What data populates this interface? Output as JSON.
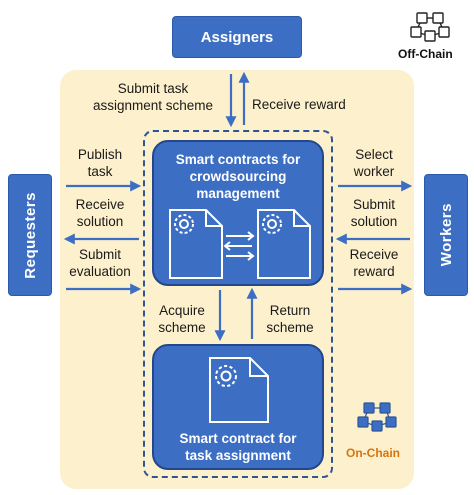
{
  "actors": {
    "assigners": "Assigners",
    "requesters": "Requesters",
    "workers": "Workers"
  },
  "zones": {
    "off_chain": "Off-Chain",
    "on_chain": "On-Chain"
  },
  "contracts": {
    "crowdsourcing": "Smart contracts for\ncrowdsourcing\nmanagement",
    "task_assignment": "Smart contract for\ntask assignment"
  },
  "flows": {
    "submit_scheme": "Submit task\nassignment scheme",
    "receive_reward_top": "Receive reward",
    "publish_task": "Publish\ntask",
    "receive_solution_left": "Receive\nsolution",
    "submit_evaluation": "Submit\nevaluation",
    "select_worker": "Select\nworker",
    "submit_solution_right": "Submit\nsolution",
    "receive_reward_right": "Receive\nreward",
    "acquire_scheme": "Acquire\nscheme",
    "return_scheme": "Return\nscheme"
  },
  "icons": {
    "off_chain": "blockchain-cubes-icon",
    "on_chain": "blockchain-cubes-icon",
    "contract": "document-gear-icon"
  },
  "colors": {
    "box_fill": "#3c6fc4",
    "on_chain_bg": "#fdf0cc",
    "arrow": "#3c6fc4",
    "on_chain_text": "#d9730d"
  }
}
